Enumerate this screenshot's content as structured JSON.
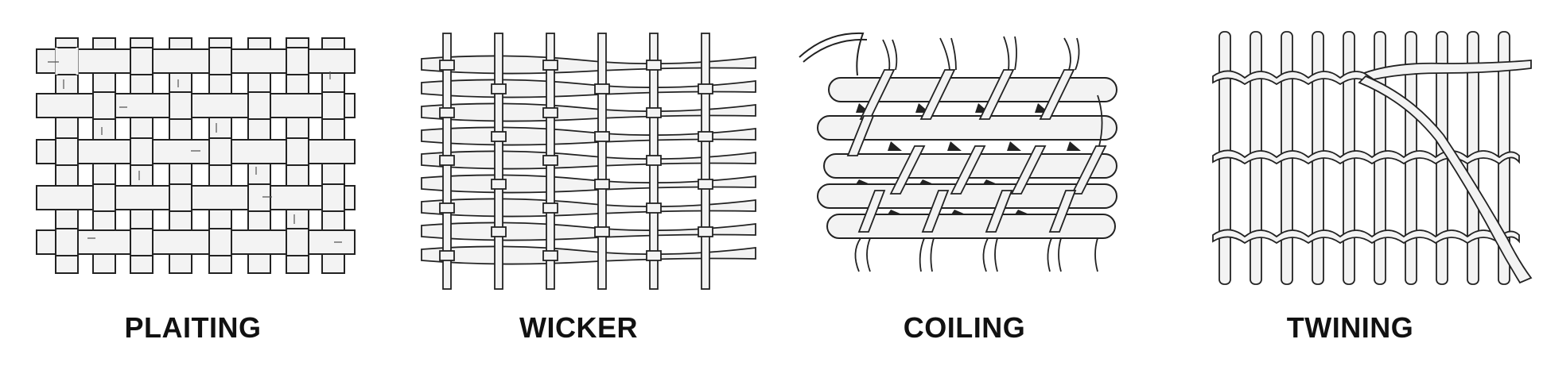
{
  "figure": {
    "panels": [
      {
        "label": "PLAITING"
      },
      {
        "label": "WICKER"
      },
      {
        "label": "COILING"
      },
      {
        "label": "TWINING"
      }
    ],
    "colors": {
      "ink": "#222222",
      "fill": "#f3f3f3",
      "shade": "#d6d6d6",
      "background": "#ffffff"
    }
  }
}
